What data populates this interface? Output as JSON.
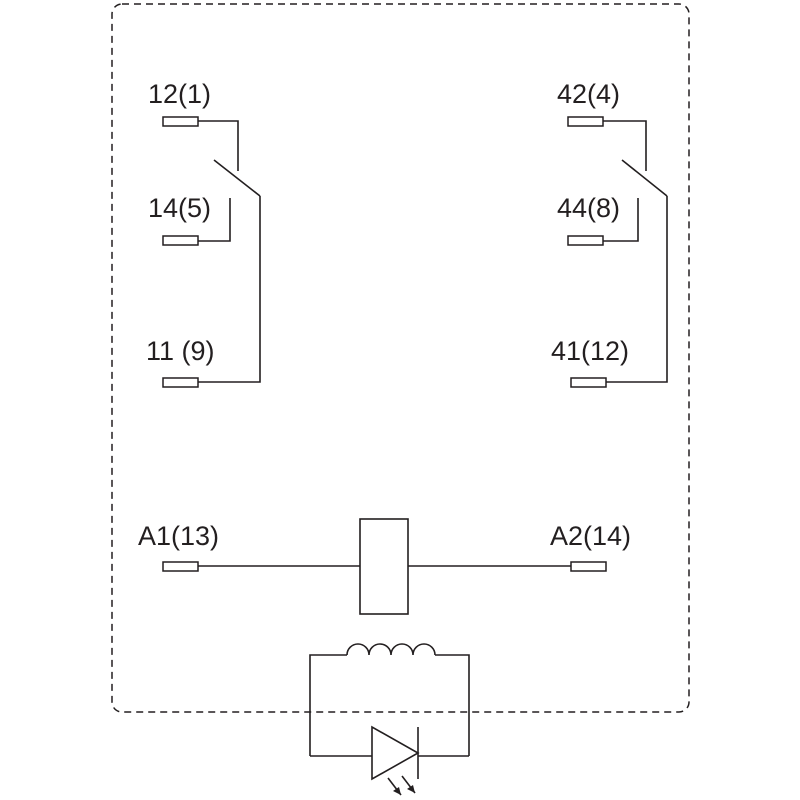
{
  "terminals": {
    "t12": "12(1)",
    "t14": "14(5)",
    "t11": "11 (9)",
    "t42": "42(4)",
    "t44": "44(8)",
    "t41": "41(12)",
    "a1": "A1(13)",
    "a2": "A2(14)"
  },
  "colors": {
    "line": "#231f20",
    "background": "#ffffff"
  }
}
